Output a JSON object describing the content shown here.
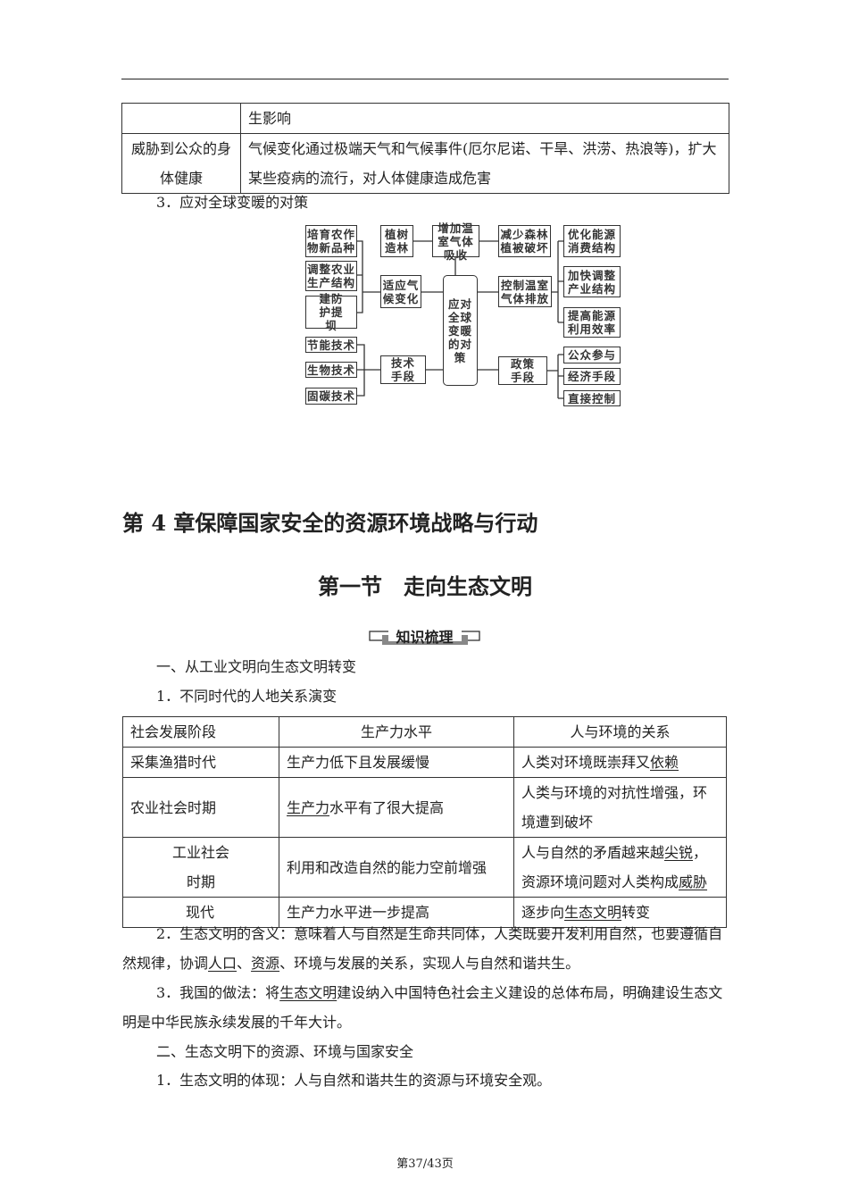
{
  "table1": {
    "rows": [
      [
        "",
        "生影响"
      ],
      [
        "威胁到公众的身体健康",
        "气候变化通过极端天气和气候事件(厄尔尼诺、干旱、洪涝、热浪等)，扩大某些疫病的流行，对人体健康造成危害"
      ]
    ]
  },
  "heading3": "3．应对全球变暖的对策",
  "diagram": {
    "center": "应对全球变暖的对策",
    "left_top": [
      "培育农作物新品种",
      "调整农业生产结构",
      "建防护提坝"
    ],
    "adapt": "适应气候变化",
    "tree": "植树造林",
    "absorb": "增加温室气体吸收",
    "forest": "减少森林植被破坏",
    "control": "控制温室气体排放",
    "right_top": [
      "优化能源消费结构",
      "加快调整产业结构",
      "提高能源利用效率"
    ],
    "tech": "技术手段",
    "tech_items": [
      "节能技术",
      "生物技术",
      "固碳技术"
    ],
    "policy": "政策手段",
    "policy_items": [
      "公众参与",
      "经济手段",
      "直接控制"
    ]
  },
  "chapter_title": "第 4 章保障国家安全的资源环境战略与行动",
  "section_title": "第一节　走向生态文明",
  "badge": "知识梳理",
  "part1": "一、从工业文明向生态文明转变",
  "item1": "1．不同时代的人地关系演变",
  "table2": {
    "headers": [
      "社会发展阶段",
      "生产力水平",
      "人与环境的关系"
    ],
    "rows": [
      [
        "采集渔猎时代",
        "生产力低下且发展缓慢",
        "人类对环境既崇拜又依赖"
      ],
      [
        "农业社会时期",
        "生产力水平有了很大提高",
        "人类与环境的对抗性增强，环境遭到破坏"
      ],
      [
        "工业社会时期",
        "利用和改造自然的能力空前增强",
        "人与自然的矛盾越来越尖锐，资源环境问题对人类构成威胁"
      ],
      [
        "现代",
        "生产力水平进一步提高",
        "逐步向生态文明转变"
      ]
    ]
  },
  "para2": "2．生态文明的含义：意味着人与自然是生命共同体，人类既要开发利用自然，也要遵循自然规律，协调人口、资源、环境与发展的关系，实现人与自然和谐共生。",
  "para3": "3．我国的做法：将生态文明建设纳入中国特色社会主义建设的总体布局，明确建设生态文明是中华民族永续发展的千年大计。",
  "part2": "二、生态文明下的资源、环境与国家安全",
  "item2_1": "1．生态文明的体现：人与自然和谐共生的资源与环境安全观。",
  "footer": "第37/43页"
}
